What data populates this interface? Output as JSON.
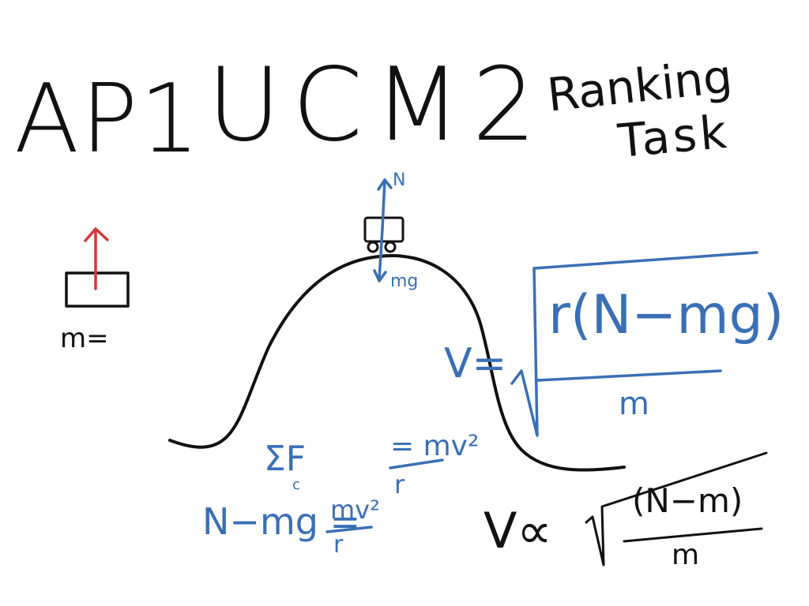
{
  "board": {
    "title_left": "AP1",
    "title_center": "UCM2",
    "subtitle_line1": "Ranking",
    "subtitle_line2": "Task"
  },
  "block_sketch": {
    "mass_label": "m="
  },
  "hill_sketch": {
    "normal_force_label": "N",
    "weight_label": "mg"
  },
  "equations": {
    "v_lhs": "V=",
    "v_numerator": "r(N−mg)",
    "v_denominator": "m",
    "net_force_lhs": "ΣF",
    "net_force_subscript": "c",
    "net_force_rhs_num": "= mv²",
    "net_force_rhs_den": "r",
    "newton_lhs": "N−mg =",
    "newton_rhs_num": "mv²",
    "newton_rhs_den": "r",
    "prop_lhs": "V∝",
    "prop_numerator": "(N−m)",
    "prop_denominator": "m"
  },
  "colors": {
    "black_ink": "#111111",
    "blue_ink": "#3a6fb5",
    "red_ink": "#d03a3a",
    "background": "#ffffff"
  }
}
